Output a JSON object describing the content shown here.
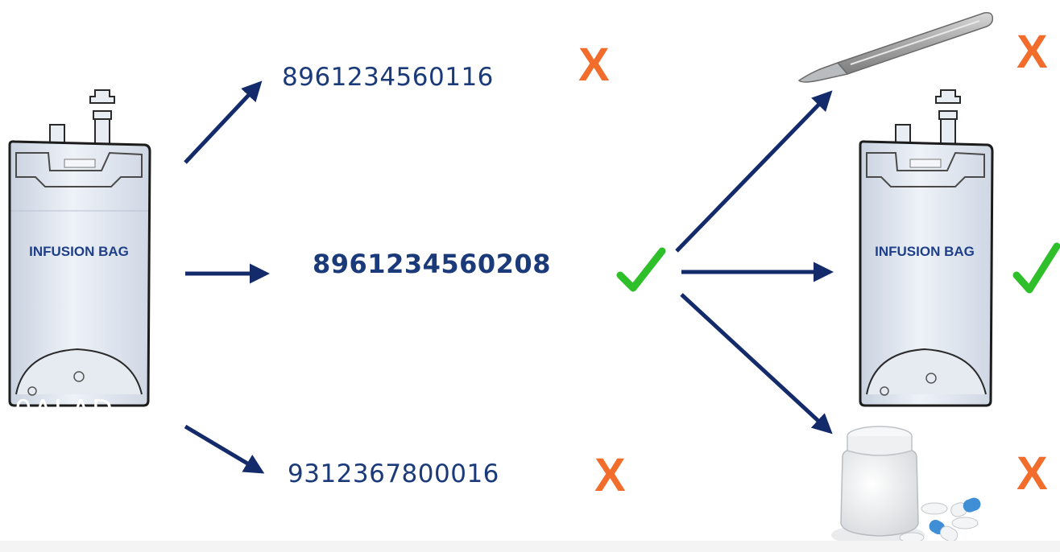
{
  "codes": {
    "top": "8961234560116",
    "middle": "8961234560208",
    "bottom": "9312367800016"
  },
  "marks": {
    "wrong": "X",
    "right_icon": "check-icon"
  },
  "bag": {
    "left_label": "INFUSION BAG",
    "right_label": "INFUSION BAG"
  },
  "stray_text": "0ALAD",
  "colors": {
    "arrow": "#142b6b",
    "code_text": "#1b3a7a",
    "wrong_mark": "#f26d2b",
    "check_mark": "#2fbf2a",
    "bag_fill": "#dfe5ef",
    "bag_label": "#1f3f8a"
  }
}
